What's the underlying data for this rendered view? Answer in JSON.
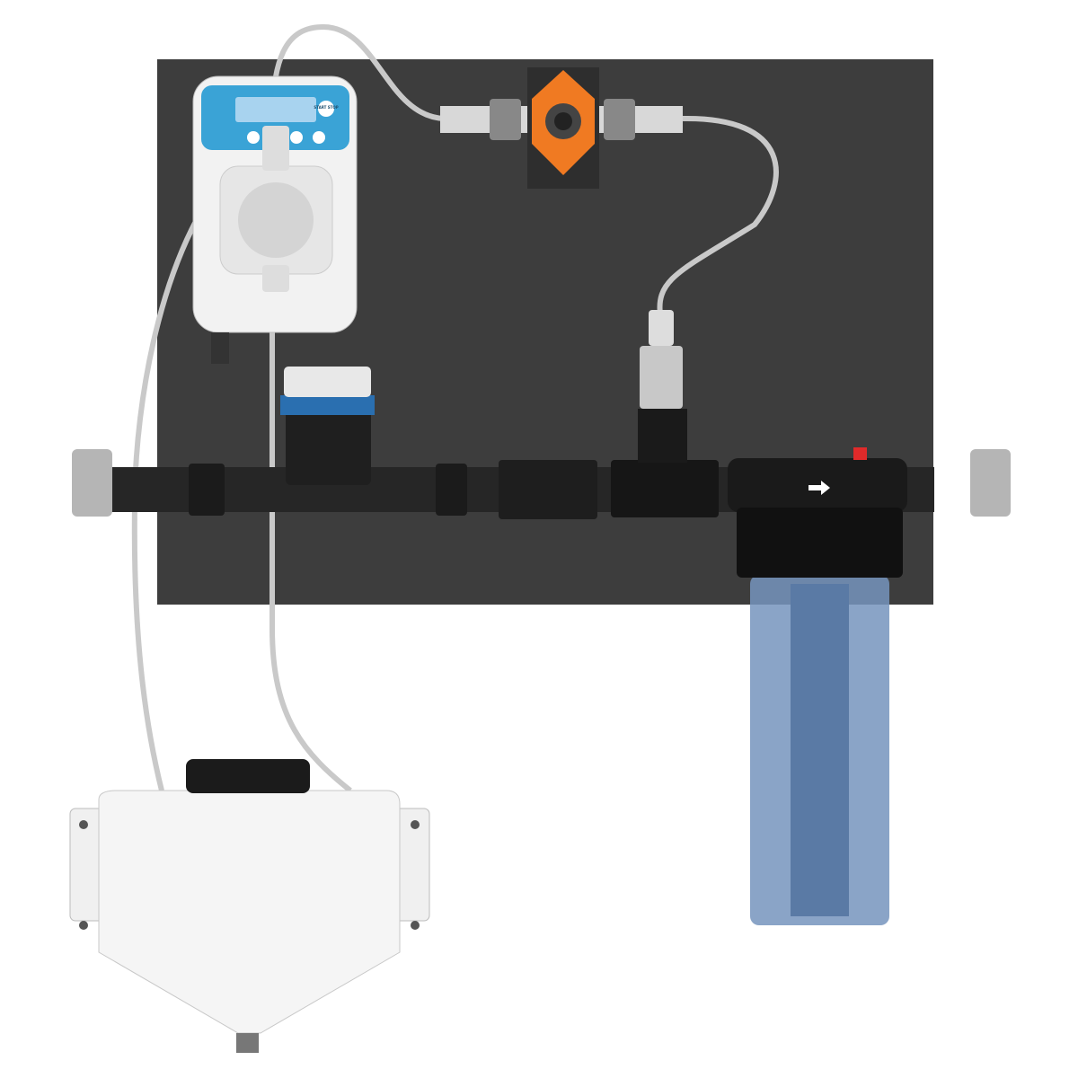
{
  "colors": {
    "background": "#ffffff",
    "panel": "#3d3d3d",
    "pipe": "#222222",
    "pump_accent": "#3aa3d6",
    "flow_meter": "#f07a22",
    "filter_bowl": "#6f8fb8",
    "tubing": "#c9c9c9"
  },
  "pump": {
    "start_stop_label": "START STOP"
  },
  "components": [
    "dosing-pump",
    "flow-switch",
    "injection-valve",
    "filter-housing",
    "chemical-tank",
    "mounting-panel",
    "pipe"
  ]
}
